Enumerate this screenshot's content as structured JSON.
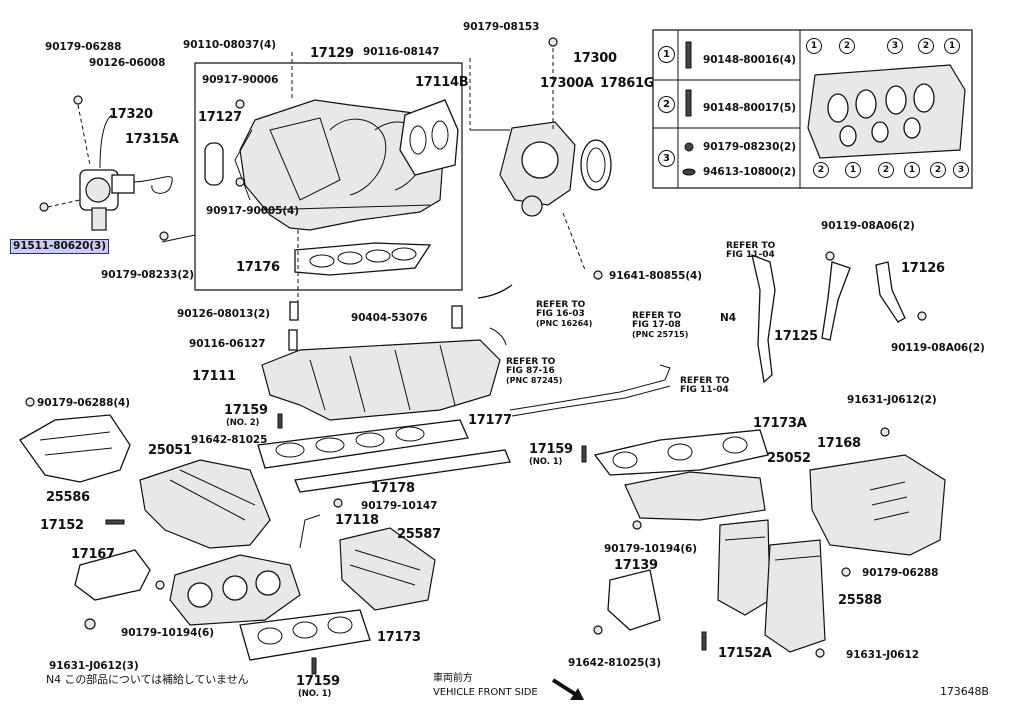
{
  "labels": {
    "p90179_06288_a": "90179-06288",
    "p90126_06008": "90126-06008",
    "p17320": "17320",
    "p17315A": "17315A",
    "p91511_80620": "91511-80620(3)",
    "p90179_08233": "90179-08233(2)",
    "p90110_08037": "90110-08037(4)",
    "p17129": "17129",
    "p90917_90006": "90917-90006",
    "p17127": "17127",
    "p90917_90005": "90917-90005(4)",
    "p17176": "17176",
    "p17114B": "17114B",
    "p90116_08147": "90116-08147",
    "p90179_08153": "90179-08153",
    "p17300": "17300",
    "p17300A": "17300A",
    "p17861G": "17861G",
    "p91641_80855": "91641-80855(4)",
    "p90126_08013": "90126-08013(2)",
    "p90116_06127": "90116-06127",
    "p17111": "17111",
    "p90404_53076": "90404-53076",
    "p90119_08A06_a": "90119-08A06(2)",
    "p17126": "17126",
    "p17125": "17125",
    "p90119_08A06_b": "90119-08A06(2)",
    "p90179_06288_4": "90179-06288(4)",
    "p17159_no2": "17159",
    "p17159_no2_sub": "(NO. 2)",
    "p91642_81025": "91642-81025",
    "p17177": "17177",
    "p17173A": "17173A",
    "p17159_no1": "17159",
    "p17159_no1_sub": "(NO. 1)",
    "p25052": "25052",
    "p91631_J0612_2": "91631-J0612(2)",
    "p17168": "17168",
    "p25586": "25586",
    "p25051": "25051",
    "p17178": "17178",
    "p90179_10147": "90179-10147",
    "p17118": "17118",
    "p25587": "25587",
    "p17152": "17152",
    "p17167": "17167",
    "p90179_10194_a": "90179-10194(6)",
    "p90179_10194_b": "90179-10194(6)",
    "p17139": "17139",
    "p90179_06288_b": "90179-06288",
    "p25588": "25588",
    "p91631_J0612_3": "91631-J0612(3)",
    "p17173": "17173",
    "p17159_bot": "17159",
    "p17159_bot_sub": "(NO. 1)",
    "p91642_81025_3": "91642-81025(3)",
    "p17152A": "17152A",
    "p91631_J0612": "91631-J0612",
    "pN4": "N4"
  },
  "refs": {
    "r1": [
      "REFER TO",
      "FIG 16-03",
      "(PNC 16264)"
    ],
    "r2": [
      "REFER TO",
      "FIG 87-16",
      "(PNC 87245)"
    ],
    "r3": [
      "REFER TO",
      "FIG 17-08",
      "(PNC 25715)"
    ],
    "r4": [
      "REFER TO",
      "FIG 11-04"
    ],
    "r5": [
      "REFER TO",
      "FIG 11-04"
    ]
  },
  "legend": {
    "rows": [
      {
        "num": "1",
        "part": "90148-80016(4)"
      },
      {
        "num": "2",
        "part": "90148-80017(5)"
      },
      {
        "num": "3",
        "part": "90179-08230(2)",
        "part2": "94613-10800(2)"
      }
    ]
  },
  "footer": {
    "note": "N4  この部品については補給していません",
    "front_jp": "車両前方",
    "front_en": "VEHICLE FRONT SIDE",
    "fig_code": "173648B"
  }
}
